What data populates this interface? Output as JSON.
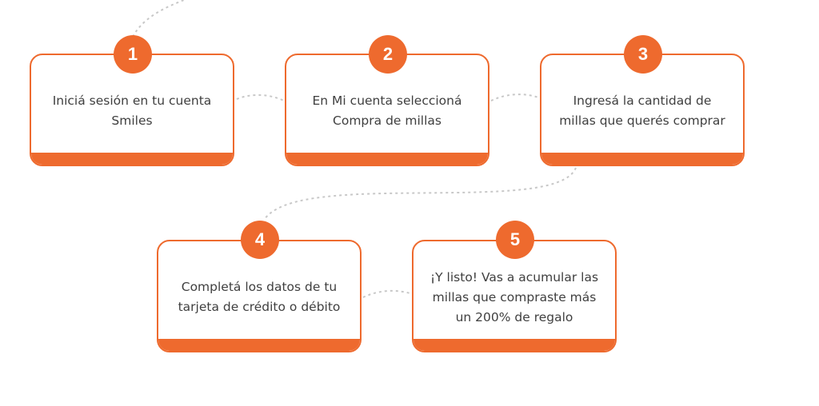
{
  "accent_color": "#ee6a2e",
  "connector_color": "#c8c8c8",
  "steps": [
    {
      "number": "1",
      "lines": [
        "Iniciá sesión en tu cuenta",
        "Smiles"
      ]
    },
    {
      "number": "2",
      "lines": [
        "En Mi cuenta seleccioná",
        "Compra de millas"
      ]
    },
    {
      "number": "3",
      "lines": [
        "Ingresá la cantidad de",
        "millas que querés comprar"
      ]
    },
    {
      "number": "4",
      "lines": [
        "Completá los datos de tu",
        "tarjeta de crédito o débito"
      ]
    },
    {
      "number": "5",
      "lines": [
        "¡Y listo! Vas a acumular las",
        "millas que compraste más",
        "un 200% de regalo"
      ]
    }
  ]
}
